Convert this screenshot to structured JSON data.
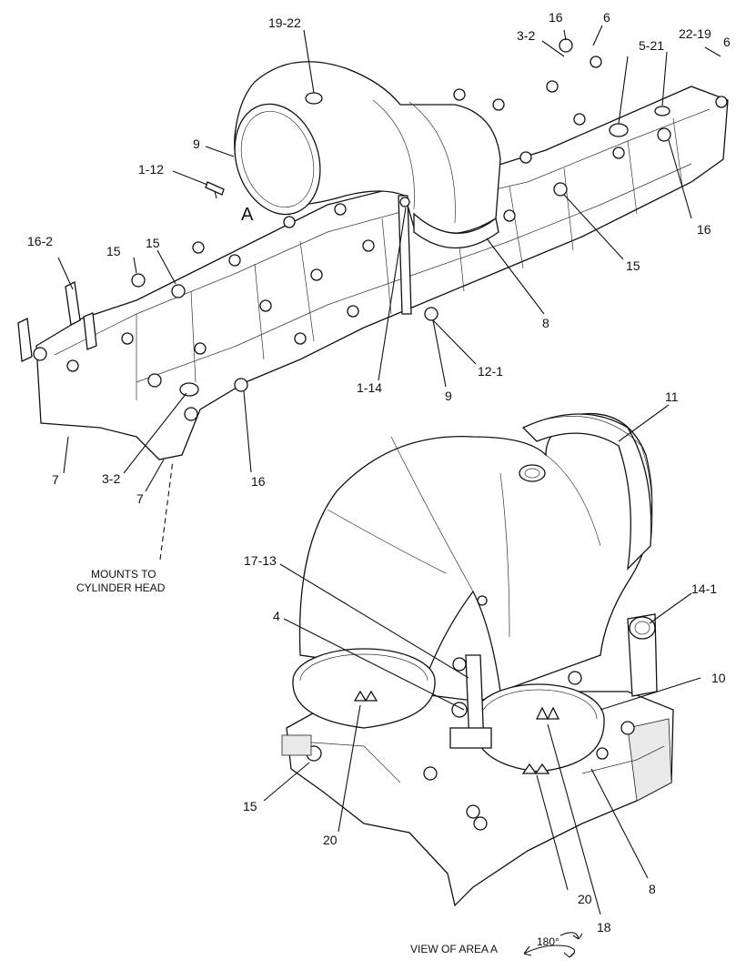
{
  "callouts": {
    "c19_22": "19-22",
    "c16_top": "16",
    "c6_top": "6",
    "c3_2_top": "3-2",
    "c22_19": "22-19",
    "c6_right": "6",
    "c5_21": "5-21",
    "c9_top": "9",
    "c1_12": "1-12",
    "cA": "A",
    "c16_right": "16",
    "c16_2": "16-2",
    "c15_a": "15",
    "c15_b": "15",
    "c15_right": "15",
    "c8_top": "8",
    "c12_1": "12-1",
    "c1_14": "1-14",
    "c9_bottom": "9",
    "c7_left": "7",
    "c3_2_bottom": "3-2",
    "c7_mid": "7",
    "c16_bottom": "16",
    "c11": "11",
    "c17_13": "17-13",
    "c4": "4",
    "c14_1": "14-1",
    "c10": "10",
    "c15_lower": "15",
    "c20_left": "20",
    "c20_right": "20",
    "c18": "18",
    "c8_lower": "8"
  },
  "notes": {
    "mounts_line1": "MOUNTS TO",
    "mounts_line2": "CYLINDER HEAD",
    "view_of_area": "VIEW OF AREA  A",
    "rotation": "180°"
  }
}
